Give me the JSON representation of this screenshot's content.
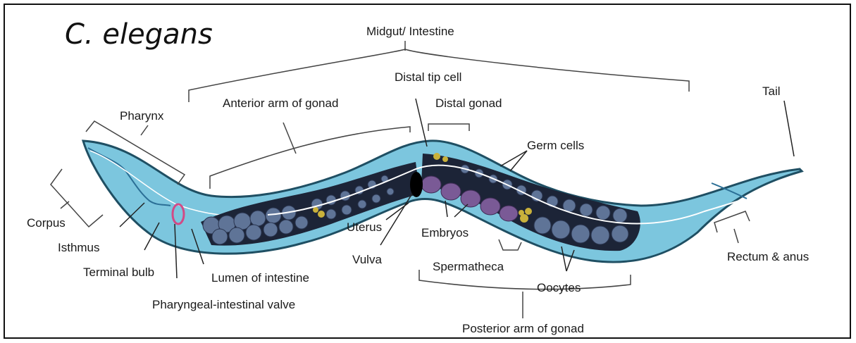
{
  "diagram": {
    "title": "C. elegans",
    "labels": {
      "midgut": "Midgut/ Intestine",
      "distal_tip_cell": "Distal tip cell",
      "tail": "Tail",
      "pharynx": "Pharynx",
      "anterior_arm": "Anterior arm of gonad",
      "distal_gonad": "Distal gonad",
      "germ_cells": "Germ cells",
      "corpus": "Corpus",
      "isthmus": "Isthmus",
      "terminal_bulb": "Terminal bulb",
      "uterus": "Uterus",
      "embryos": "Embryos",
      "vulva": "Vulva",
      "lumen": "Lumen of intestine",
      "pharyngeal_valve": "Pharyngeal-intestinal valve",
      "spermatheca": "Spermatheca",
      "oocytes": "Oocytes",
      "rectum": "Rectum & anus",
      "posterior_arm": "Posterior arm of gonad"
    },
    "colors": {
      "body_fill": "#7cc6de",
      "body_outline": "#1f4f63",
      "gonad_dark": "#1c2437",
      "germ_cell": "#556a8c",
      "embryo": "#7a5a96",
      "oocyte": "#6d7fa6",
      "valve": "#d24a86"
    }
  }
}
